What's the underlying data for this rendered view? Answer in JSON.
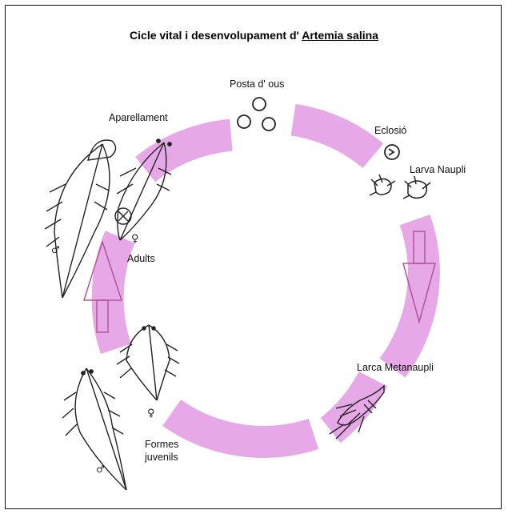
{
  "title": {
    "prefix": "Cicle vital i desenvolupament d'",
    "emphasis": "Artemia salina"
  },
  "colors": {
    "ring": "#e6a8e6",
    "arrow_outline": "#b0559a",
    "ink": "#222222"
  },
  "stages": {
    "posta": "Posta d' ous",
    "eclosio": "Eclosió",
    "naupli": "Larva Naupli",
    "metanaupli": "Larca Metanaupli",
    "juvenils_line1": "Formes",
    "juvenils_line2": "juvenils",
    "adults": "Adults",
    "aparellament": "Aparellament"
  },
  "symbols": {
    "female": "♀",
    "male": "♂"
  }
}
